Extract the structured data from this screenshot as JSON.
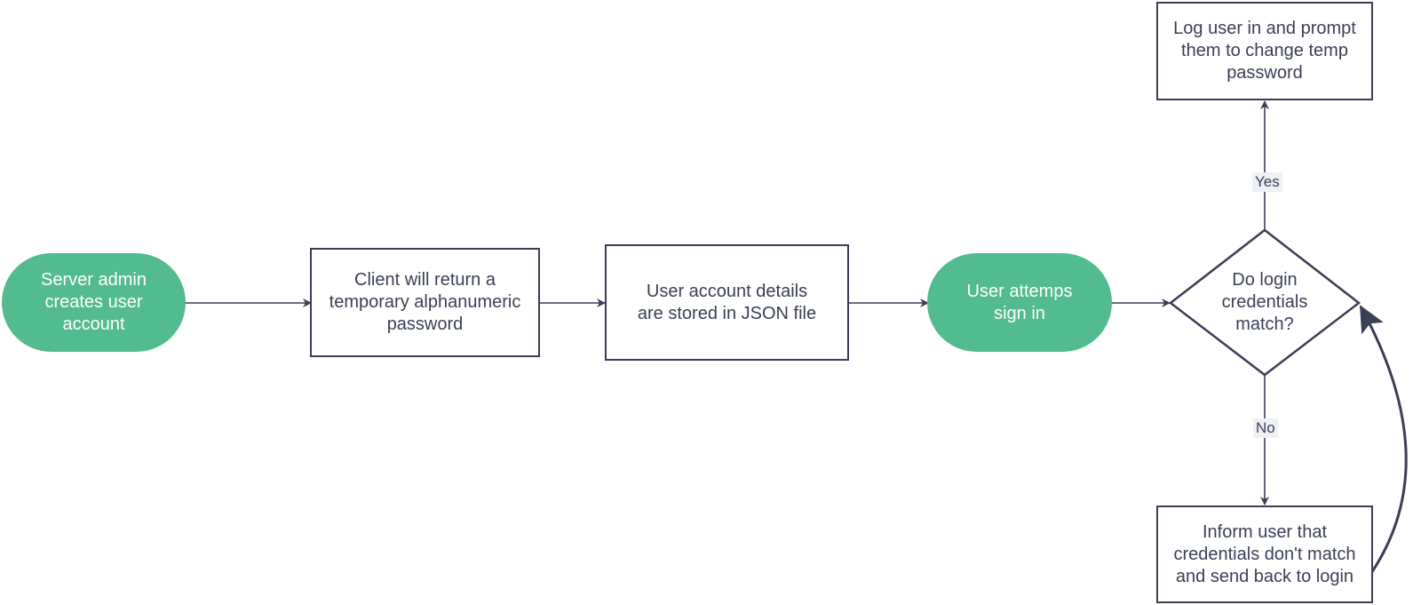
{
  "nodes": {
    "start": "Server admin\ncreates user\naccount",
    "temp_password": "Client will return a\ntemporary alphanumeric\npassword",
    "stored": "User account details\nare stored in JSON file",
    "sign_in": "User attemps\nsign in",
    "decision": "Do login\ncredentials\nmatch?",
    "success": "Log user in and prompt\nthem to change temp\npassword",
    "failure": "Inform user that\ncredentials don't match\nand send back to login"
  },
  "edges": {
    "yes_label": "Yes",
    "no_label": "No"
  },
  "colors": {
    "terminal_fill": "#52bb90",
    "stroke": "#3a3f55",
    "label_bg": "#eef0f6"
  }
}
